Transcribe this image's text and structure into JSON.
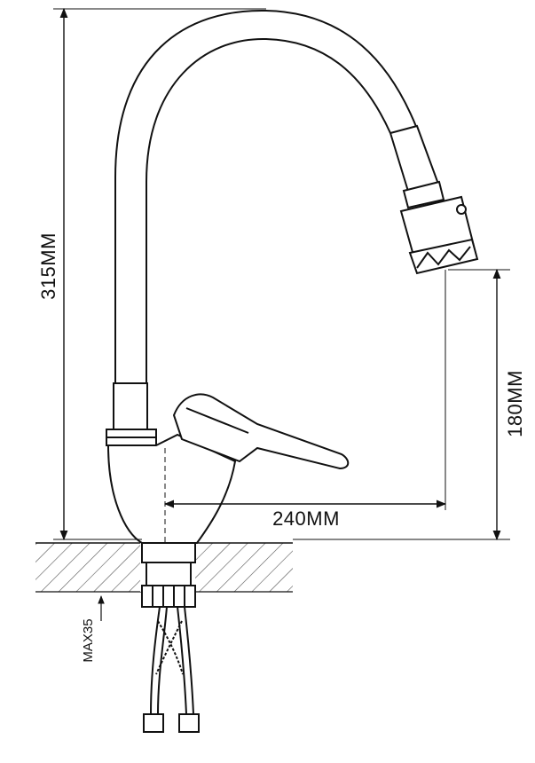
{
  "dimensions": {
    "height_total": "315MM",
    "spout_height": "180MM",
    "spout_reach": "240MM",
    "max_thickness": "MAX35"
  }
}
